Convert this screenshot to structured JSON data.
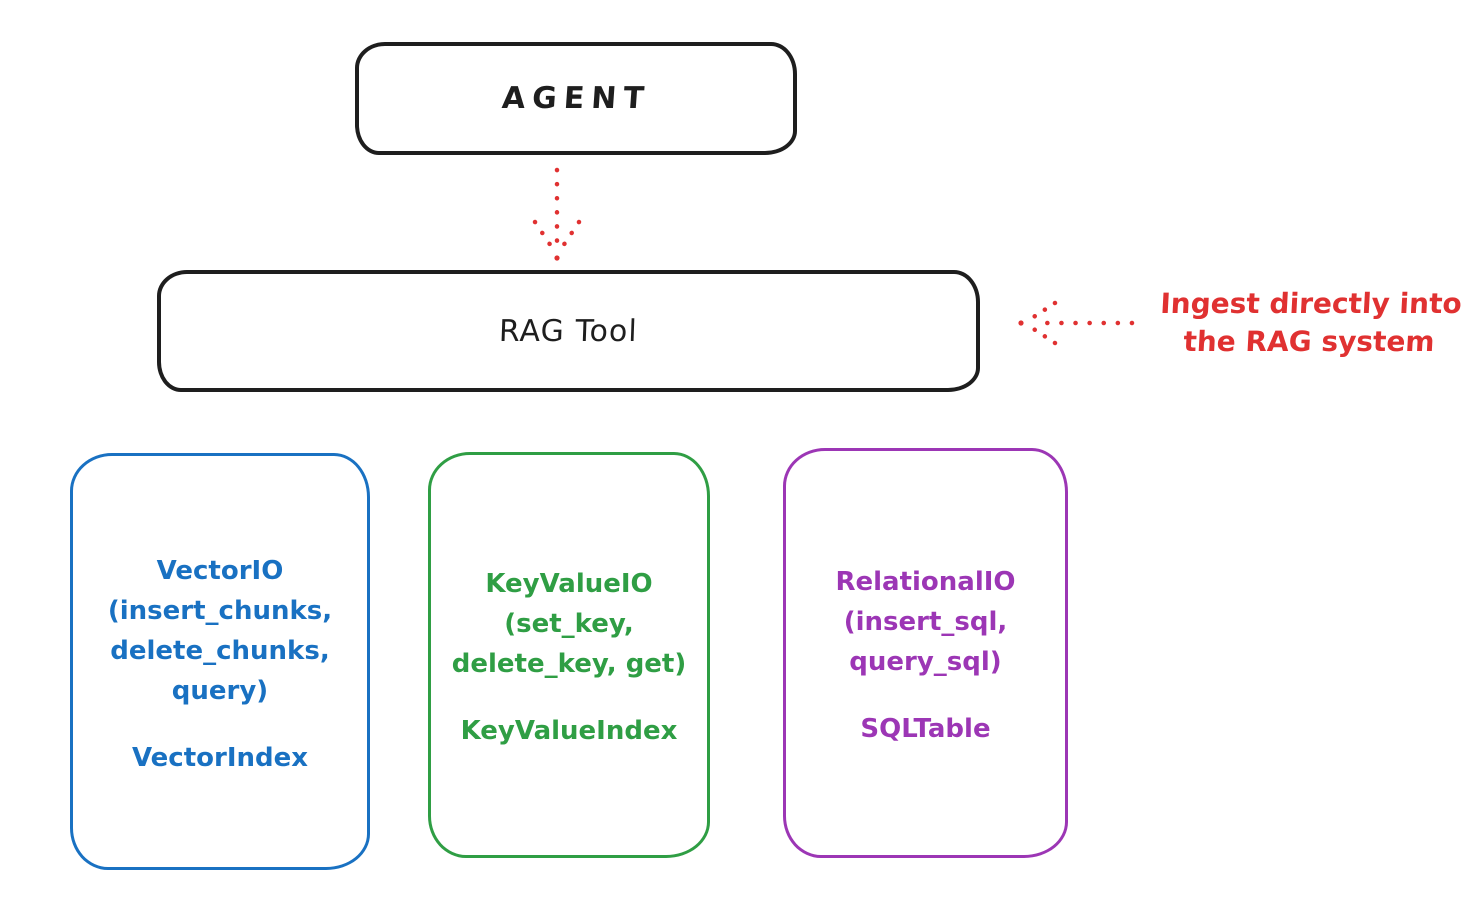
{
  "canvas": {
    "background": "#ffffff"
  },
  "nodes": {
    "agent": {
      "label": "AGENT",
      "stroke_color": "#1e1e1e"
    },
    "rag_tool": {
      "label": "RAG Tool",
      "stroke_color": "#1e1e1e"
    },
    "vector_io": {
      "lines": [
        "VectorIO",
        "(insert_chunks,",
        "delete_chunks,",
        "query)"
      ],
      "index_label": "VectorIndex",
      "color": "#1971c2"
    },
    "key_value_io": {
      "lines": [
        "KeyValueIO",
        "(set_key,",
        "delete_key, get)"
      ],
      "index_label": "KeyValueIndex",
      "color": "#2f9e44"
    },
    "relational_io": {
      "lines": [
        "RelationalIO",
        "(insert_sql,",
        "query_sql)"
      ],
      "index_label": "SQLTable",
      "color": "#9c36b5"
    }
  },
  "annotation": {
    "lines": [
      "Ingest directly into",
      "the RAG system"
    ],
    "color": "#e03131"
  },
  "arrows": {
    "agent_to_rag": {
      "style": "dotted",
      "direction": "down",
      "color": "#e03131"
    },
    "ingest_into_rag": {
      "style": "dotted",
      "direction": "left",
      "color": "#e03131"
    }
  }
}
